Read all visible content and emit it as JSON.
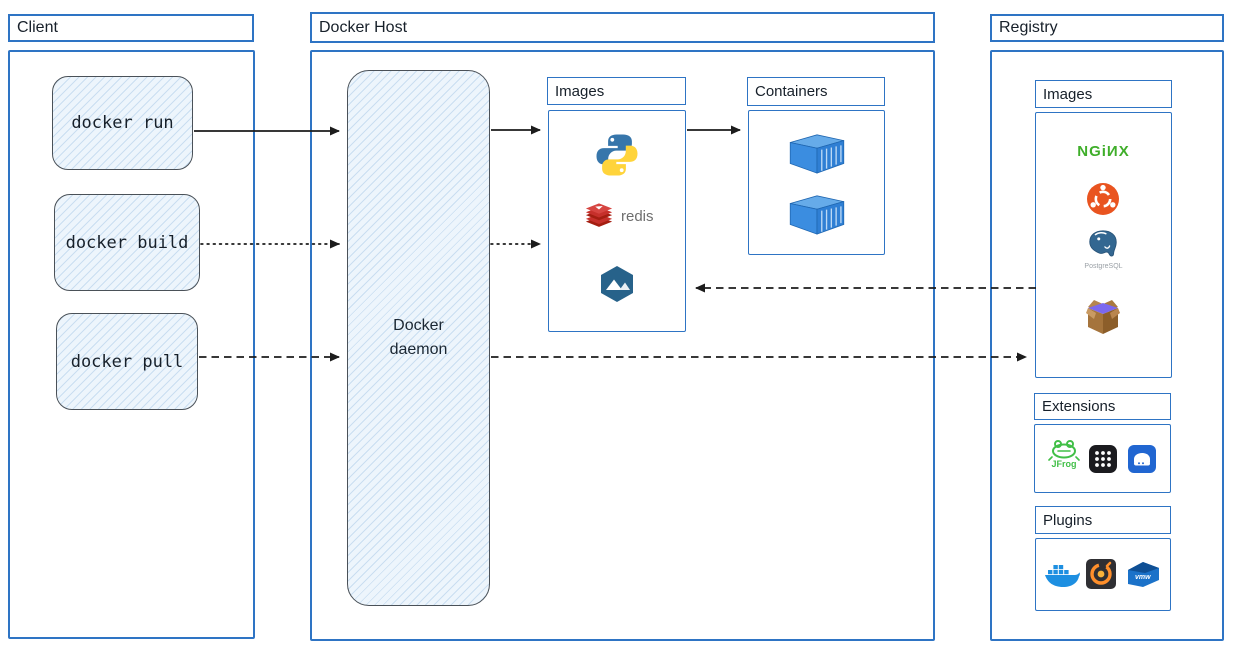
{
  "client": {
    "title": "Client",
    "commands": [
      {
        "label": "docker run"
      },
      {
        "label": "docker build"
      },
      {
        "label": "docker pull"
      }
    ]
  },
  "docker_host": {
    "title": "Docker Host",
    "daemon_label": "Docker daemon",
    "images_title": "Images",
    "containers_title": "Containers",
    "image_items": [
      {
        "name": "python"
      },
      {
        "name": "redis",
        "label": "redis"
      },
      {
        "name": "alpine"
      }
    ],
    "container_count": 2
  },
  "registry": {
    "title": "Registry",
    "images_title": "Images",
    "image_items": [
      {
        "name": "nginx",
        "label": "NGiИX"
      },
      {
        "name": "ubuntu"
      },
      {
        "name": "postgresql",
        "label": "PostgreSQL"
      },
      {
        "name": "busybox"
      }
    ],
    "extensions_title": "Extensions",
    "extension_items": [
      {
        "name": "jfrog",
        "label": "JFrog"
      },
      {
        "name": "app-grid"
      },
      {
        "name": "virtual-machine"
      }
    ],
    "plugins_title": "Plugins",
    "plugin_items": [
      {
        "name": "docker"
      },
      {
        "name": "grafana"
      },
      {
        "name": "vmware",
        "label": "vmw"
      }
    ]
  },
  "colors": {
    "frame_blue": "#2e74c4",
    "sketch_border": "#4a5158",
    "arrow": "#1c1c1c",
    "nginx_green": "#3fae2a",
    "ubuntu_orange": "#e95420",
    "redis_red": "#c6302b",
    "container_blue": "#3b8de0"
  }
}
